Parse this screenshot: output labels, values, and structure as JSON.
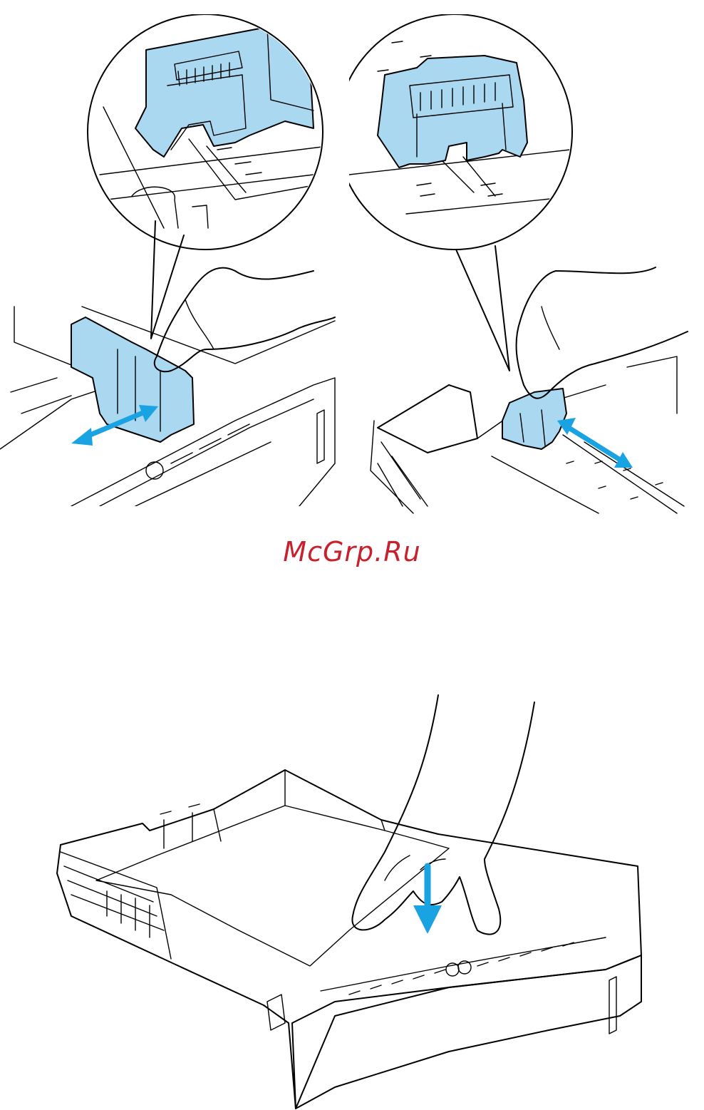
{
  "watermark": {
    "text": "McGrp.Ru",
    "color": "#c8202c"
  },
  "colors": {
    "guide_fill": "#a9d8f0",
    "arrow": "#1aa3e2",
    "outline": "#000000",
    "paper": "#ffffff"
  },
  "figures": [
    {
      "name": "width-guide-adjust",
      "icon": "double-arrow-horizontal"
    },
    {
      "name": "length-guide-adjust",
      "icon": "double-arrow-diagonal"
    },
    {
      "name": "load-paper",
      "icon": "arrow-down"
    }
  ]
}
